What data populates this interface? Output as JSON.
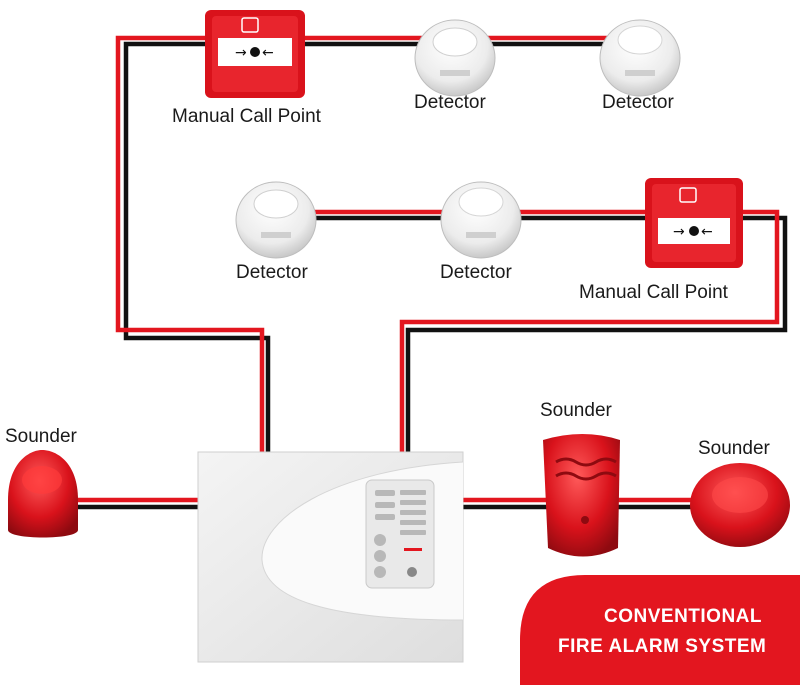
{
  "labels": {
    "mcp_top": "Manual Call Point",
    "detector_top_1": "Detector",
    "detector_top_2": "Detector",
    "detector_mid_1": "Detector",
    "detector_mid_2": "Detector",
    "mcp_mid": "Manual Call Point",
    "sounder_left": "Sounder",
    "sounder_right_1": "Sounder",
    "sounder_right_2": "Sounder"
  },
  "banner": {
    "line1": "CONVENTIONAL",
    "line2": "FIRE ALARM SYSTEM"
  },
  "colors": {
    "wire_red": "#e3161f",
    "wire_black": "#111111",
    "device_red": "#d9121b",
    "banner_red": "#e3161f",
    "detector_white": "#f2f2f2"
  }
}
